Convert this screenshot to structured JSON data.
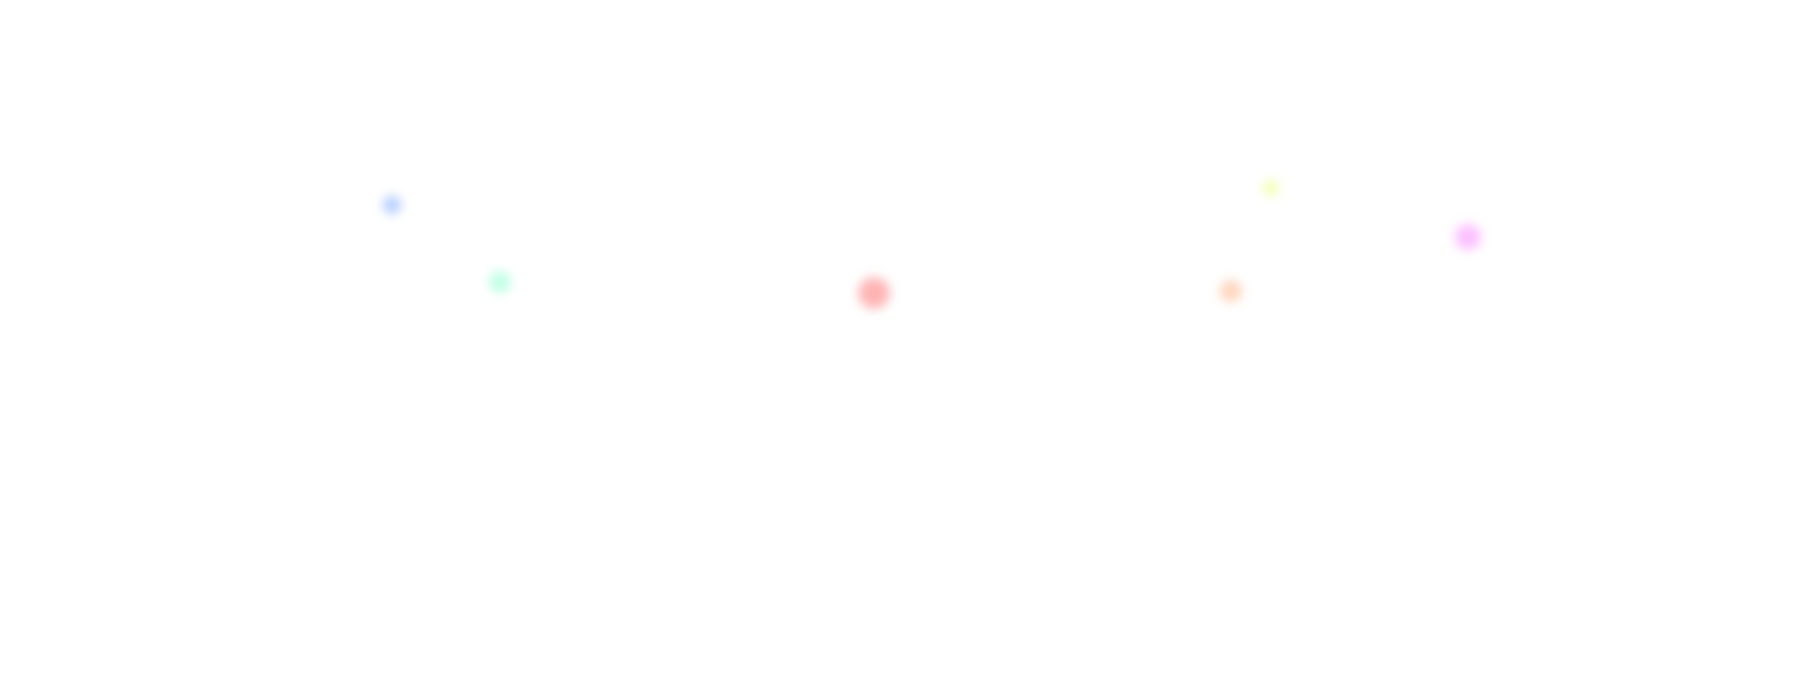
{
  "dots": [
    {
      "name": "blue-dot",
      "color": "#b8d0ff"
    },
    {
      "name": "green-dot",
      "color": "#c2ffe6"
    },
    {
      "name": "red-dot",
      "color": "#ffb3b3"
    },
    {
      "name": "yellow-dot",
      "color": "#f4ffb8"
    },
    {
      "name": "orange-dot",
      "color": "#ffd6bd"
    },
    {
      "name": "magenta-dot",
      "color": "#fcc0ff"
    }
  ]
}
